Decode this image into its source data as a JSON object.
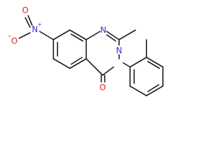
{
  "diagram": {
    "type": "chemical-structure",
    "colors": {
      "bond": "#1a1a1a",
      "nitrogen": "#2f2fd8",
      "oxygen": "#e02020",
      "carbon": "#1a1a1a"
    },
    "atoms": {
      "nitro_n": "N",
      "nitro_n_charge": "+",
      "nitro_o_top": "O",
      "nitro_o_bottom": "O",
      "nitro_o_charge": "−",
      "ring_n1": "N",
      "ring_n3": "N",
      "carbonyl_o": "O"
    }
  }
}
